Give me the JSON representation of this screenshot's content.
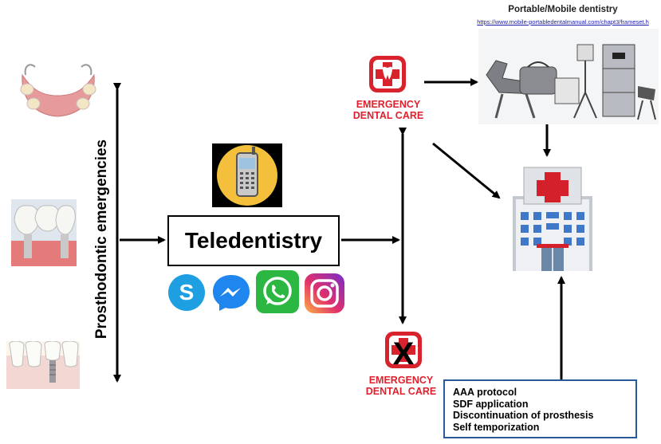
{
  "vertical_label": "Prosthodontic emergencies",
  "teledentistry_label": "Teledentistry",
  "emergency_top": {
    "line1": "EMERGENCY",
    "line2": "DENTAL CARE"
  },
  "emergency_bottom": {
    "line1": "EMERGENCY",
    "line2": "DENTAL CARE"
  },
  "portable": {
    "title": "Portable/Mobile dentistry",
    "url": "https://www.mobile-portabledentalmanual.com/chapt3/frameset.h"
  },
  "measures": [
    "AAA protocol",
    "SDF application",
    "Discontinuation  of prosthesis",
    "Self temporization"
  ],
  "colors": {
    "emergency_red": "#e0202c",
    "box_border": "#2a5a9a"
  },
  "icons": [
    "partial-denture-icon",
    "dental-bridge-icon",
    "dental-implant-icon",
    "mobile-phone-icon",
    "skype-icon",
    "messenger-icon",
    "whatsapp-icon",
    "instagram-icon",
    "emergency-tooth-icon",
    "no-emergency-icon",
    "portable-dental-unit-icon",
    "hospital-icon"
  ]
}
